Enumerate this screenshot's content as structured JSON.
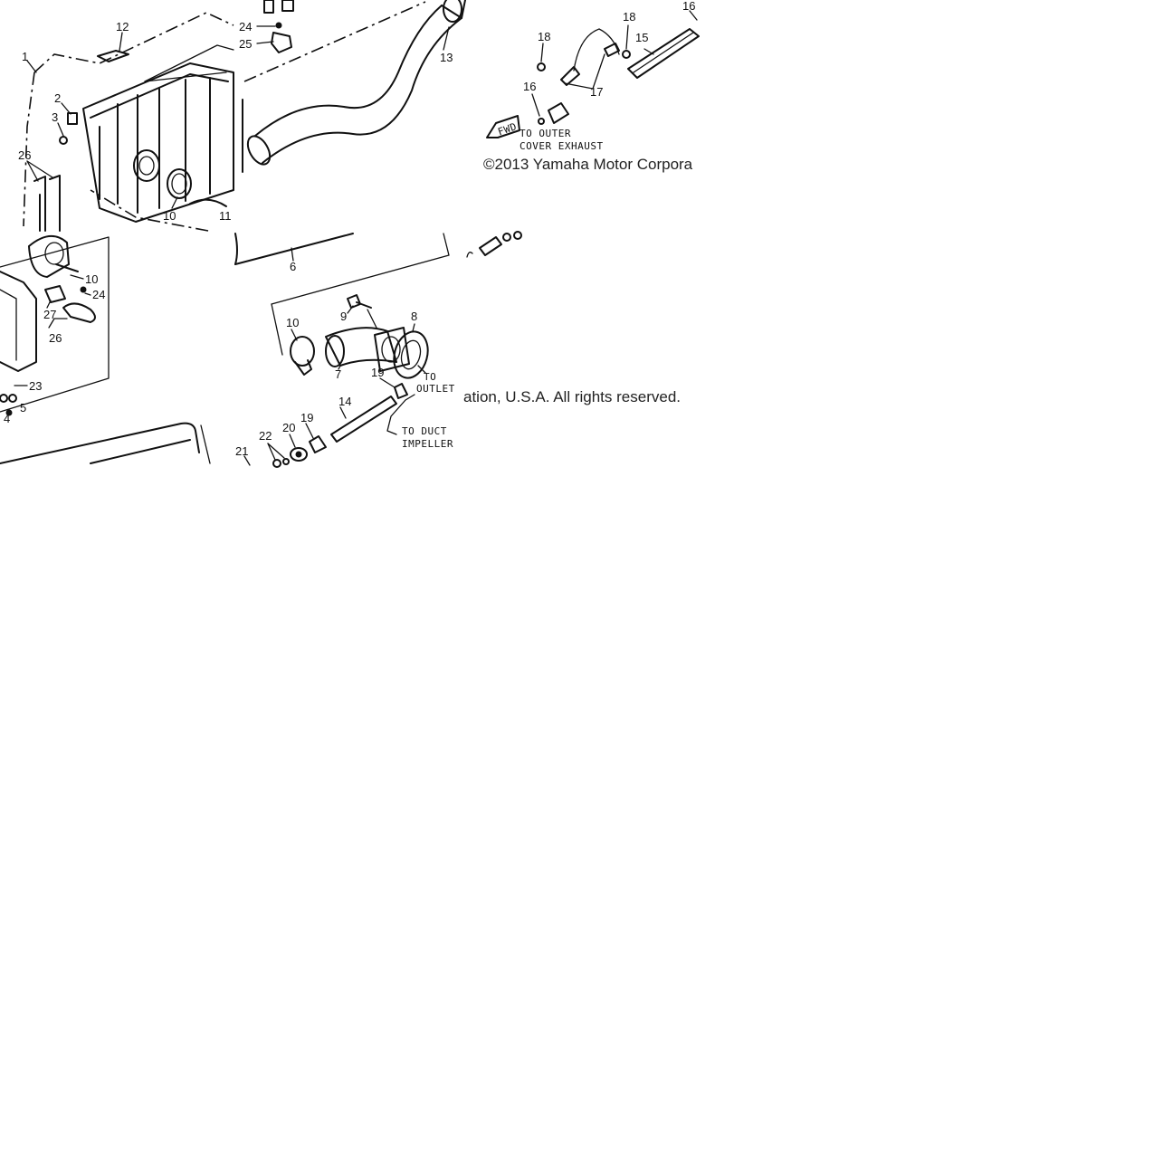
{
  "copyright": {
    "line1": "©2013 Yamaha Motor Corpora",
    "line2": "ation, U.S.A. All rights reserved."
  },
  "callouts": {
    "c1": "1",
    "c2": "2",
    "c3": "3",
    "c10a": "10",
    "c11": "11",
    "c12": "12",
    "c24a": "24",
    "c25": "25",
    "c26a": "26",
    "c13": "13",
    "c18a": "18",
    "c18b": "18",
    "c16a": "16",
    "c16b": "16",
    "c15": "15",
    "c17": "17",
    "c10b": "10",
    "c24b": "24",
    "c27": "27",
    "c26b": "26",
    "c23": "23",
    "c4": "4",
    "c5": "5",
    "c6": "6",
    "c9": "9",
    "c8": "8",
    "c10c": "10",
    "c7": "7",
    "c19a": "19",
    "c14": "14",
    "c19b": "19",
    "c20": "20",
    "c22": "22",
    "c21": "21"
  },
  "notes": {
    "fwd": "FWD",
    "outer_line1": "TO OUTER",
    "outer_line2": "COVER EXHAUST",
    "outlet_line1": "TO",
    "outlet_line2": "OUTLET",
    "duct_line1": "TO DUCT",
    "duct_line2": "IMPELLER"
  }
}
